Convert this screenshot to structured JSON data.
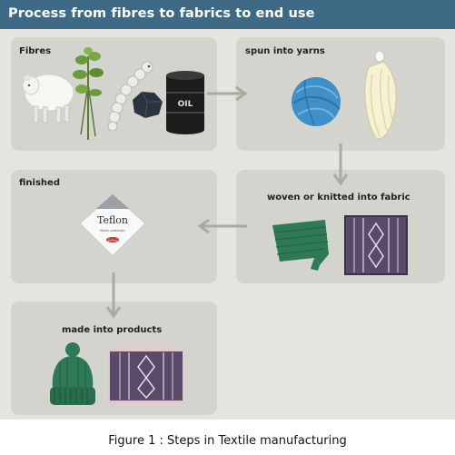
{
  "header": {
    "title": "Process from fibres to fabrics to end use"
  },
  "panels": {
    "fibres": {
      "label": "Fibres"
    },
    "yarns": {
      "label": "spun into yarns"
    },
    "fabric": {
      "label": "woven or knitted into fabric"
    },
    "finished": {
      "label": "finished"
    },
    "products": {
      "label": "made into products"
    }
  },
  "icons": {
    "oil_barrel_text": "OIL",
    "teflon_brand": "Teflon",
    "teflon_sub": "fabric protector",
    "teflon_mark": "DuPont"
  },
  "caption": "Figure 1 : Steps in Textile manufacturing",
  "colors": {
    "header": "#3e6a86",
    "background": "#e4e5e1",
    "panel": "#d4d4cf",
    "arrow": "#a8ab9f",
    "yarn_blue": "#3f8fc9",
    "green": "#2f7a56",
    "rug_purple": "#5a4a6a"
  }
}
